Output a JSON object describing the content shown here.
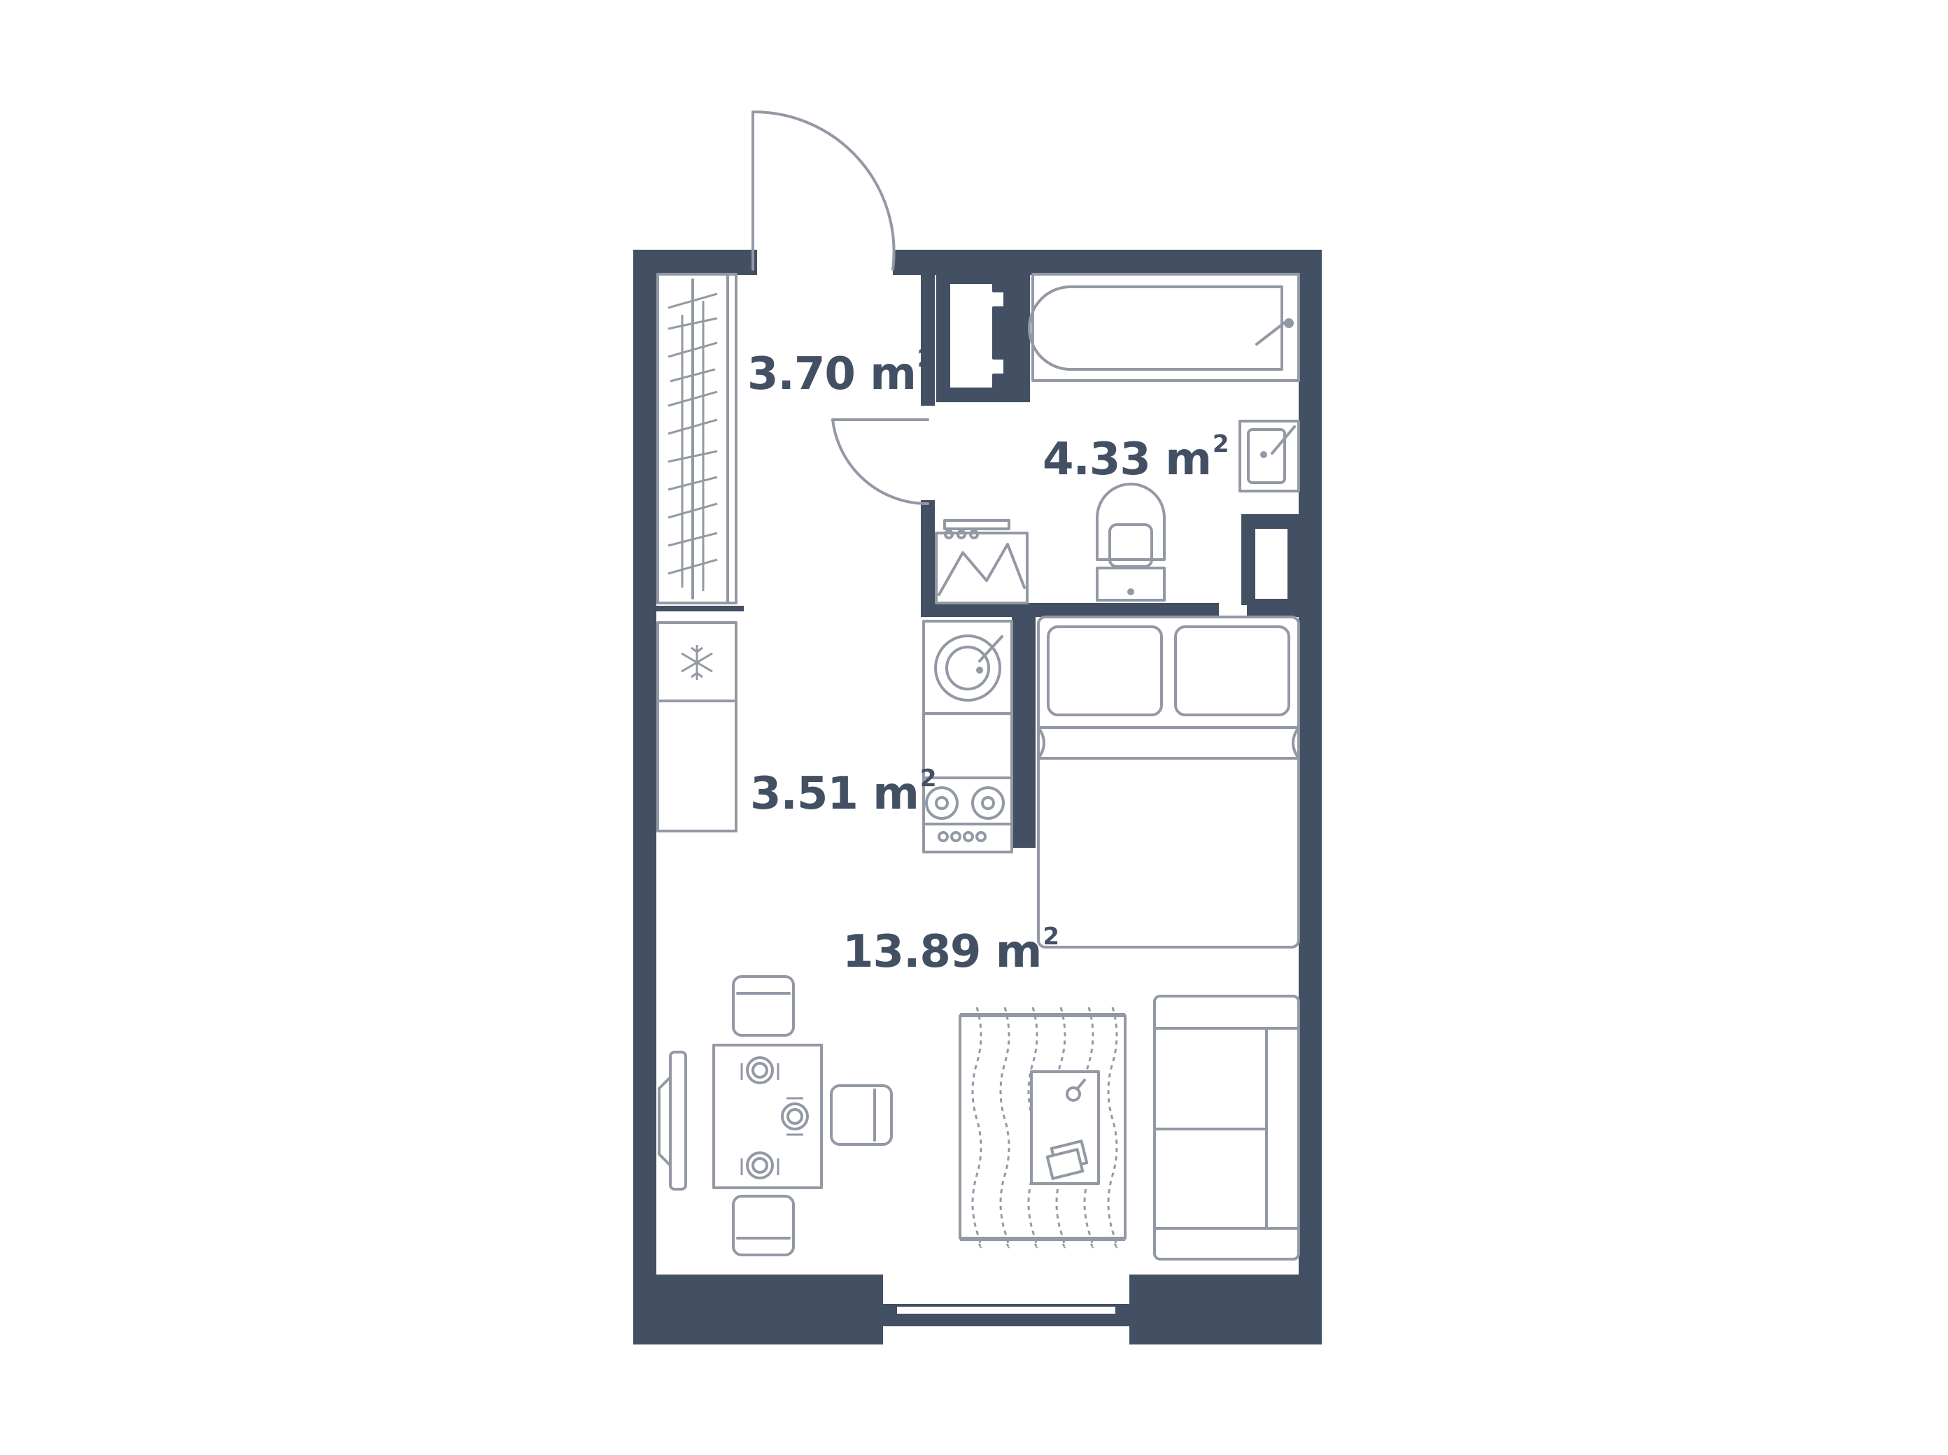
{
  "colors": {
    "wall": "#434f62",
    "furniture_stroke": "#9399a4",
    "background": "#ffffff"
  },
  "rooms": {
    "hallway": {
      "area": "3.70 m",
      "superscript": "2"
    },
    "bathroom": {
      "area": "4.33 m",
      "superscript": "2"
    },
    "kitchen": {
      "area": "3.51 m",
      "superscript": "2"
    },
    "living_room": {
      "area": "13.89 m",
      "superscript": "2"
    }
  },
  "icons": {
    "freezer": "snowflake-icon",
    "entrance": "door-swing",
    "bathroom_door": "door-swing",
    "bed": "double-bed",
    "sofa": "sofa",
    "dining": "table-with-chairs",
    "bath": "bathtub",
    "washbasin": "sink",
    "toilet": "toilet",
    "water_heater": "boiler",
    "kitchen_sink": "kitchen-sink",
    "hob": "cooktop",
    "wardrobe": "wardrobe-hangers",
    "tv": "tv",
    "rug": "rug",
    "coffee_table": "coffee-table",
    "window": "window"
  }
}
